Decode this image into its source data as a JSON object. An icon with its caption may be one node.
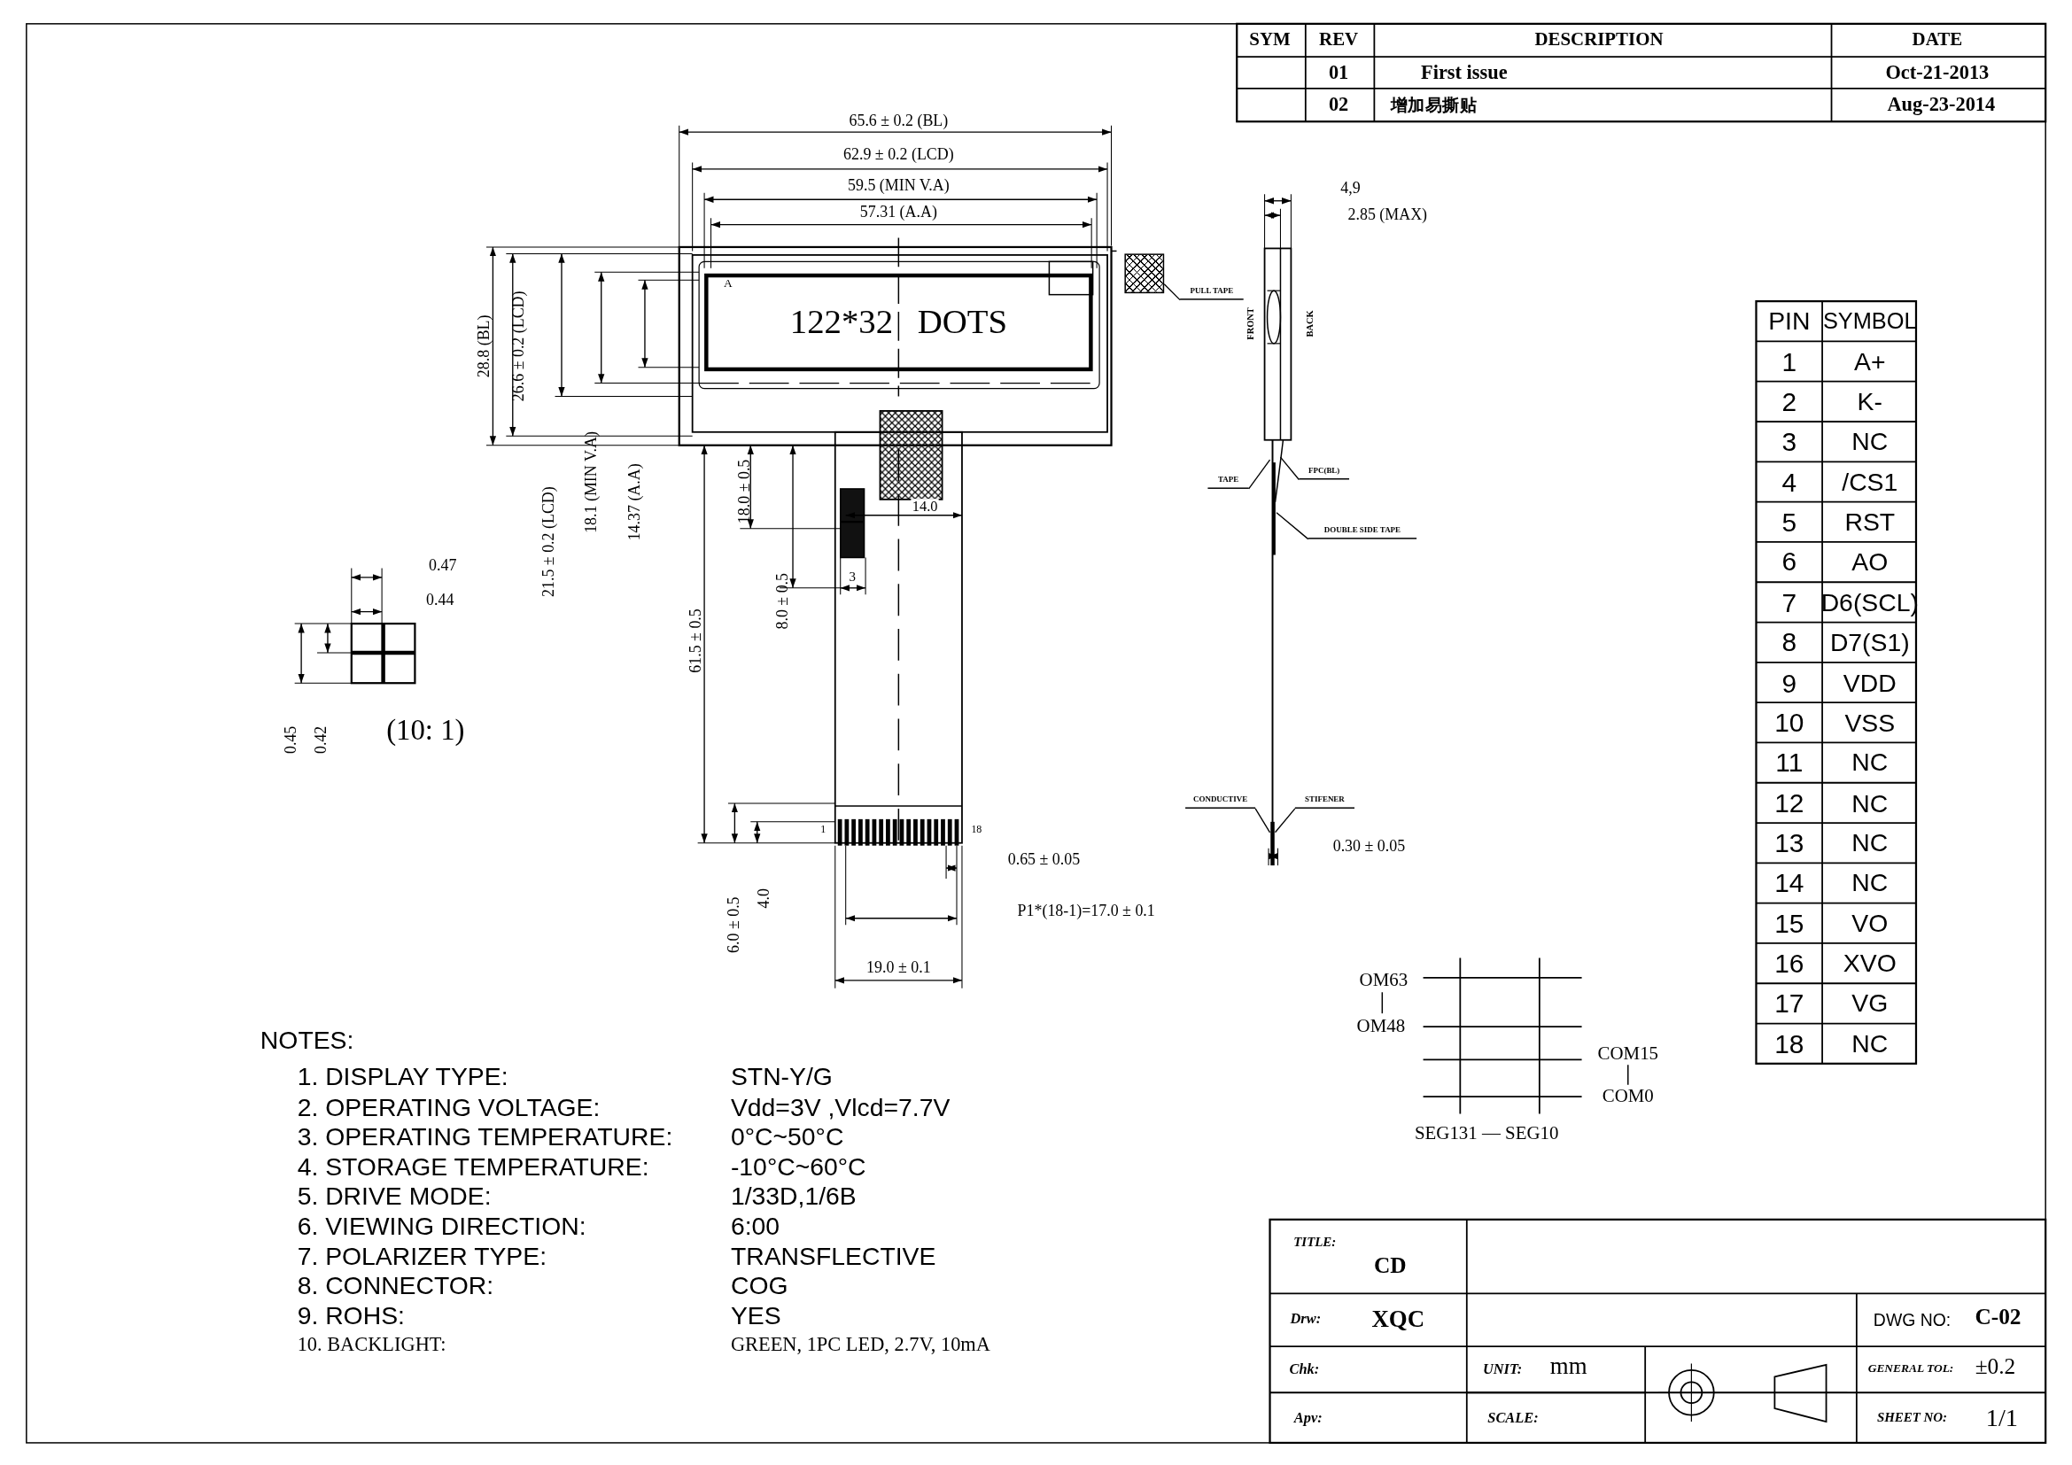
{
  "diagram": {
    "nodes": [
      {
        "text": [
          "122*32 DOTS"
        ]
      },
      {
        "text": [
          "PULL TAPE"
        ]
      },
      {
        "text": [
          "TAPE"
        ]
      },
      {
        "text": [
          "FPC(BL)"
        ]
      },
      {
        "text": [
          "DOUBLE SIDE TAPE"
        ]
      },
      {
        "text": [
          "CONDUCTIVE"
        ]
      },
      {
        "text": [
          "STIFENER"
        ]
      },
      {
        "text": [],
        "shape": "box"
      }
    ],
    "edges": [
      {
        "from": 1,
        "to": 7,
        "arrow": "none"
      },
      {
        "from": 2,
        "to": null,
        "arrow": "none"
      },
      {
        "from": 3,
        "to": null,
        "arrow": "none"
      },
      {
        "from": 4,
        "to": null,
        "arrow": "none"
      },
      {
        "from": 5,
        "to": null,
        "arrow": "none"
      },
      {
        "from": 6,
        "to": null,
        "arrow": "none"
      }
    ],
    "labels": [
      "SYM",
      "REV",
      "DESCRIPTION",
      "DATE",
      "01",
      "First issue",
      "Oct-21-2013",
      "02",
      "增加易撕贴",
      "Aug-23-2014",
      "65.6 ± 0.2 (BL)",
      "62.9 ± 0.2 (LCD)",
      "59.5 (MIN V.A)",
      "57.31 (A.A)",
      "4,9",
      "2.85 (MAX)",
      "A",
      "28.8 (BL)",
      "26.6 ± 0.2 (LCD)",
      "21.5 ± 0.2 (LCD)",
      "18.1 (MIN V.A)",
      "14.37 (A.A)",
      "18.0 ± 0.5",
      "14.0",
      "3",
      "8.0 ± 0.5",
      "61.5 ± 0.5",
      "FRONT",
      "BACK",
      "0.47",
      "0.44",
      "0.45",
      "0.42",
      "(10: 1)",
      "1",
      "18",
      "0.65 ± 0.05",
      "P1*(18-1)=17.0 ± 0.1",
      "6.0 ± 0.5",
      "4.0",
      "19.0 ± 0.1",
      "0.30 ± 0.05",
      "PIN",
      "SYMBOL",
      "1",
      "A+",
      "2",
      "K-",
      "3",
      "NC",
      "4",
      "/CS1",
      "5",
      "RST",
      "6",
      "AO",
      "7",
      "D6(SCL)",
      "8",
      "D7(S1)",
      "9",
      "VDD",
      "10",
      "VSS",
      "11",
      "NC",
      "12",
      "NC",
      "13",
      "NC",
      "14",
      "NC",
      "15",
      "VO",
      "16",
      "XVO",
      "17",
      "VG",
      "18",
      "NC",
      "OM63",
      "OM48",
      "COM15",
      "COM0",
      "SEG131 — SEG10",
      "NOTES:",
      "1. DISPLAY TYPE:",
      "STN-Y/G",
      "2. OPERATING VOLTAGE:",
      "Vdd=3V ,Vlcd=7.7V",
      "3. OPERATING TEMPERATURE:",
      "0°C~50°C",
      "4. STORAGE TEMPERATURE:",
      "-10°C~60°C",
      "5. DRIVE MODE:",
      "1/33D,1/6B",
      "6. VIEWING DIRECTION:",
      "6:00",
      "7. POLARIZER TYPE:",
      "TRANSFLECTIVE",
      "8. CONNECTOR:",
      "COG",
      "9. ROHS:",
      "YES",
      "10. BACKLIGHT:",
      "GREEN, 1PC LED, 2.7V, 10mA",
      "TITLE:",
      "CD",
      "Drw:",
      "XQC",
      "DWG NO:",
      "C-02",
      "Chk:",
      "UNIT:",
      "mm",
      "GENERAL TOL:",
      "±0.2",
      "Apv:",
      "SCALE:",
      "SHEET NO:",
      "1/1"
    ]
  }
}
